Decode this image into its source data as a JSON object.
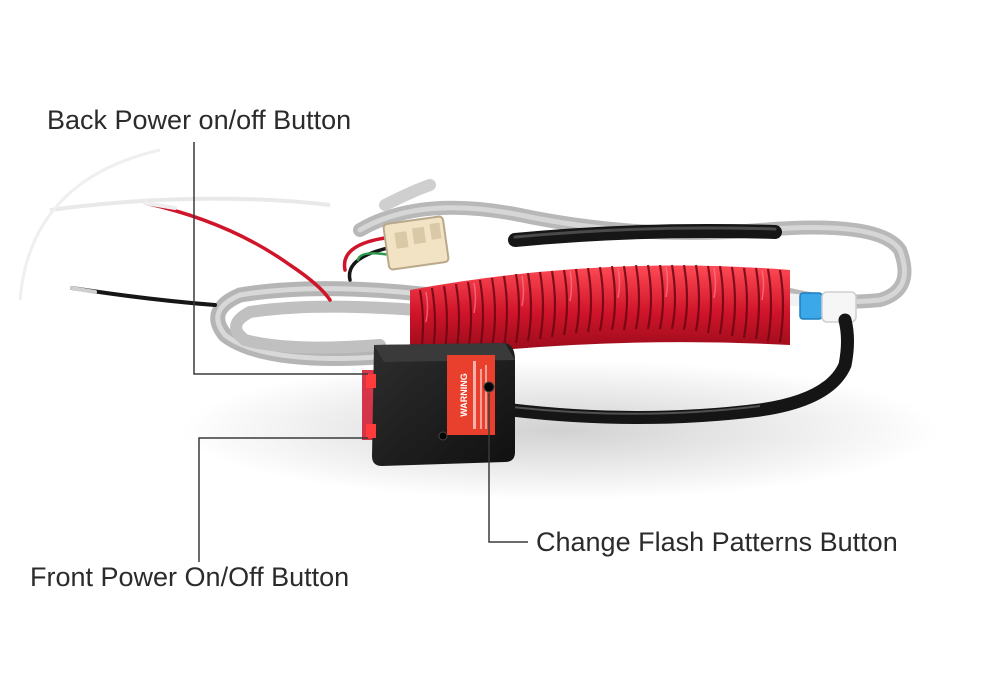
{
  "callouts": {
    "back_power": "Back Power on/off Button",
    "front_power": "Front Power On/Off Button",
    "flash_patterns": "Change Flash Patterns Button"
  },
  "module": {
    "warning_label": "WARNING"
  },
  "colors": {
    "background": "#ffffff",
    "label_text": "#2b2b2b",
    "leader_line": "#3a3a3a",
    "red_wire": "#d0142a",
    "black_wire": "#161616",
    "gray_cable": "#bdbdbd",
    "module_body": "#1c1c1c",
    "warning_sticker": "#e8402c",
    "connector": "#f1e3c3",
    "fuse": "#3ba8ea"
  }
}
